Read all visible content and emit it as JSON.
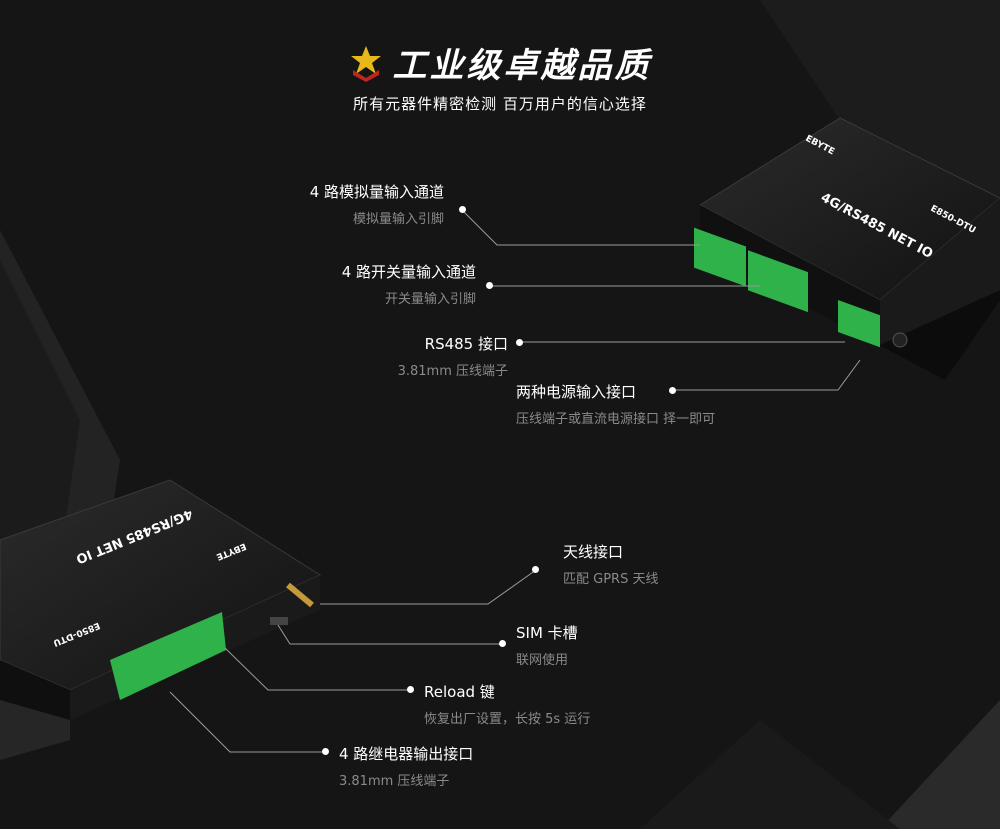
{
  "header": {
    "title": "工业级卓越品质",
    "subtitle": "所有元器件精密检测  百万用户的信心选择"
  },
  "device_top": {
    "brand": "EBYTE",
    "model_text": "4G/RS485 NET IO",
    "model_id": "E850-DTU"
  },
  "device_bottom": {
    "brand": "EBYTE",
    "model_text": "4G/RS485 NET IO",
    "model_id": "E850-DTU"
  },
  "annotations": [
    {
      "title": "4 路模拟量输入通道",
      "sub": "模拟量输入引脚"
    },
    {
      "title": "4 路开关量输入通道",
      "sub": "开关量输入引脚"
    },
    {
      "title": "RS485 接口",
      "sub": "3.81mm 压线端子"
    },
    {
      "title": "两种电源输入接口",
      "sub": "压线端子或直流电源接口 择一即可"
    },
    {
      "title": "天线接口",
      "sub": "匹配 GPRS 天线"
    },
    {
      "title": "SIM 卡槽",
      "sub": "联网使用"
    },
    {
      "title": "Reload 键",
      "sub": "恢复出厂设置，长按 5s 运行"
    },
    {
      "title": "4 路继电器输出接口",
      "sub": "3.81mm 压线端子"
    }
  ],
  "colors": {
    "accent_star": "#e8b71a",
    "terminal_green": "#2fb24a",
    "background": "#141414"
  },
  "icons": [
    "star-badge-icon"
  ]
}
